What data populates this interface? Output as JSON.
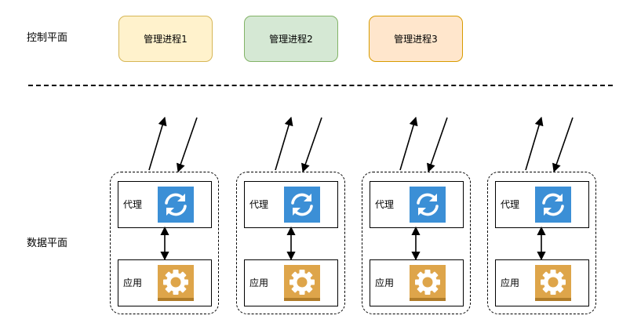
{
  "control_plane": {
    "label": "控制平面",
    "processes": [
      {
        "label": "管理进程1",
        "fill": "#fff2cc",
        "stroke": "#d6b656"
      },
      {
        "label": "管理进程2",
        "fill": "#d5e8d4",
        "stroke": "#82b366"
      },
      {
        "label": "管理进程3",
        "fill": "#ffe6cc",
        "stroke": "#d79b00"
      }
    ]
  },
  "data_plane": {
    "label": "数据平面",
    "groups": [
      {
        "proxy_label": "代理",
        "app_label": "应用"
      },
      {
        "proxy_label": "代理",
        "app_label": "应用"
      },
      {
        "proxy_label": "代理",
        "app_label": "应用"
      },
      {
        "proxy_label": "代理",
        "app_label": "应用"
      }
    ]
  },
  "colors": {
    "proxy_icon": "#3b8fd6",
    "app_icon": "#dea54a"
  },
  "icons": {
    "proxy": "sync-icon",
    "app": "gear-icon"
  }
}
